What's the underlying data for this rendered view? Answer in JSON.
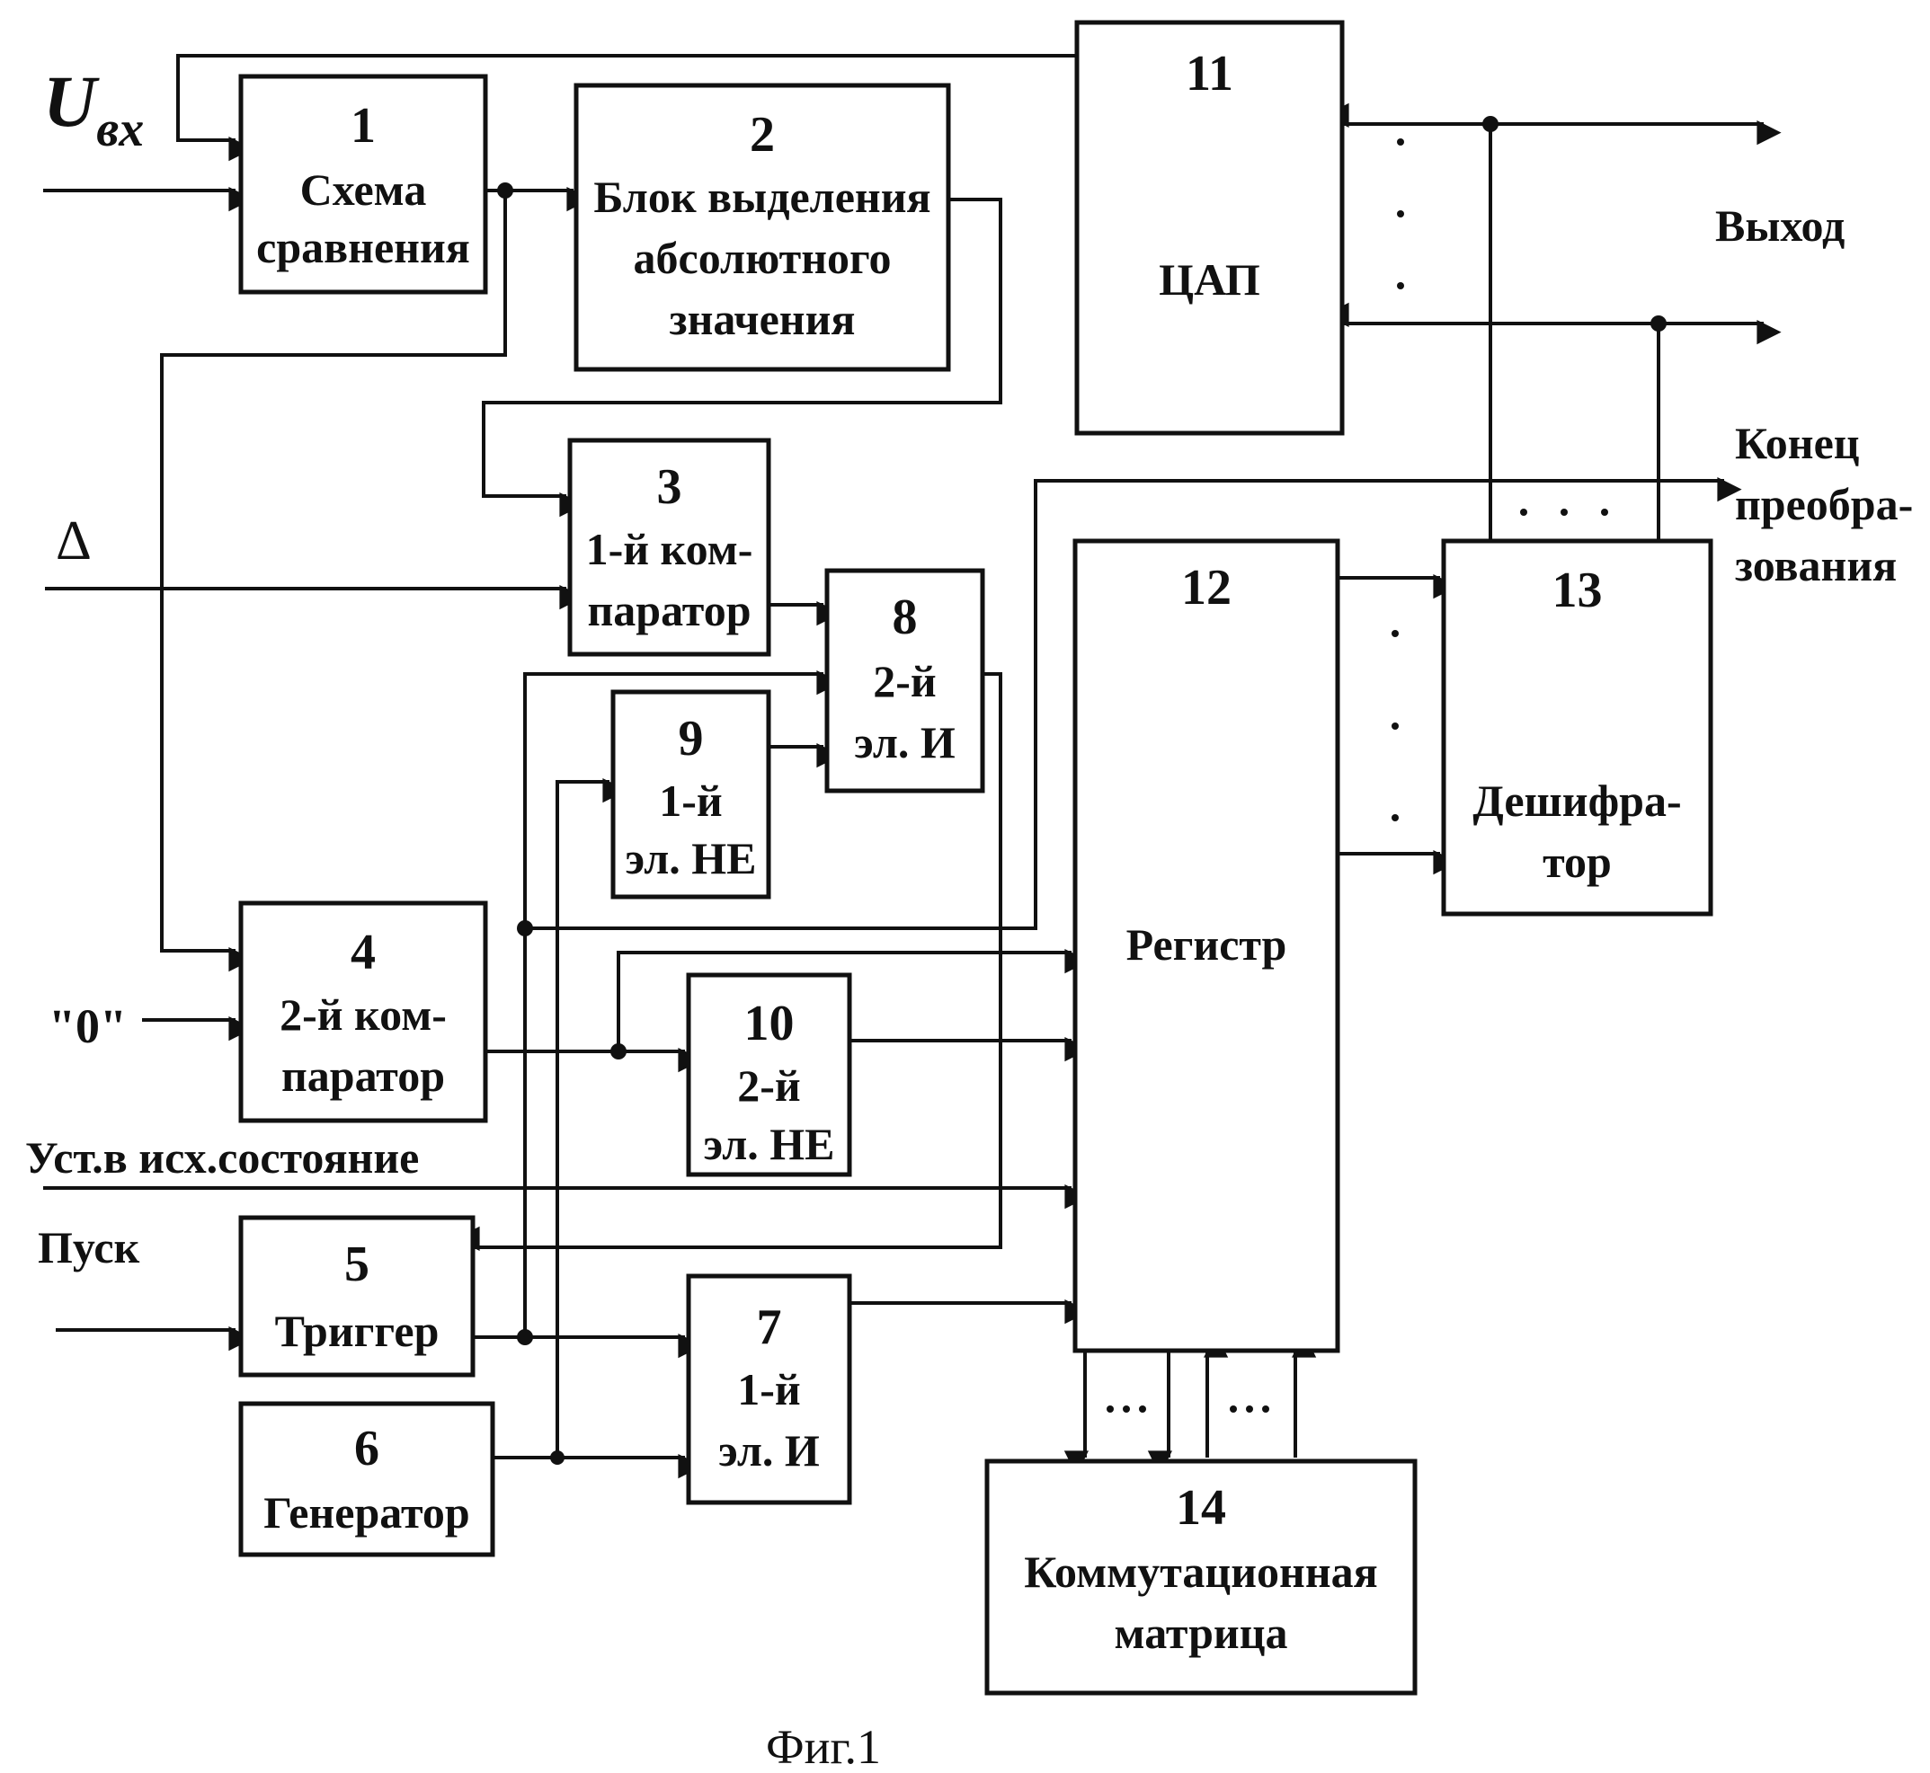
{
  "blocks": [
    {
      "id": 1,
      "number": "1",
      "lines": [
        "Схема",
        "сравнения"
      ]
    },
    {
      "id": 2,
      "number": "2",
      "lines": [
        "Блок выделения",
        "абсолютного",
        "значения"
      ]
    },
    {
      "id": 3,
      "number": "3",
      "lines": [
        "1-й ком-",
        "паратор"
      ]
    },
    {
      "id": 4,
      "number": "4",
      "lines": [
        "2-й ком-",
        "паратор"
      ]
    },
    {
      "id": 5,
      "number": "5",
      "lines": [
        "Триггер"
      ]
    },
    {
      "id": 6,
      "number": "6",
      "lines": [
        "Генератор"
      ]
    },
    {
      "id": 7,
      "number": "7",
      "lines": [
        "1-й",
        "эл. И"
      ]
    },
    {
      "id": 8,
      "number": "8",
      "lines": [
        "2-й",
        "эл. И"
      ]
    },
    {
      "id": 9,
      "number": "9",
      "lines": [
        "1-й",
        "эл. НЕ"
      ]
    },
    {
      "id": 10,
      "number": "10",
      "lines": [
        "2-й",
        "эл. НЕ"
      ]
    },
    {
      "id": 11,
      "number": "11",
      "lines": [
        "ЦАП"
      ]
    },
    {
      "id": 12,
      "number": "12",
      "lines": [
        "Регистр"
      ]
    },
    {
      "id": 13,
      "number": "13",
      "lines": [
        "Дешифра-",
        "тор"
      ]
    },
    {
      "id": 14,
      "number": "14",
      "lines": [
        "Коммутационная",
        "матрица"
      ]
    }
  ],
  "signals": {
    "uin_main": "U",
    "uin_sub": "вх",
    "delta": "Δ",
    "zero": "\"0\"",
    "reset": "Уст.в исх.состояние",
    "start": "Пуск",
    "output": "Выход",
    "end_line1": "Конец",
    "end_line2": "преобра-",
    "end_line3": "зования"
  },
  "caption": "Фиг.1"
}
